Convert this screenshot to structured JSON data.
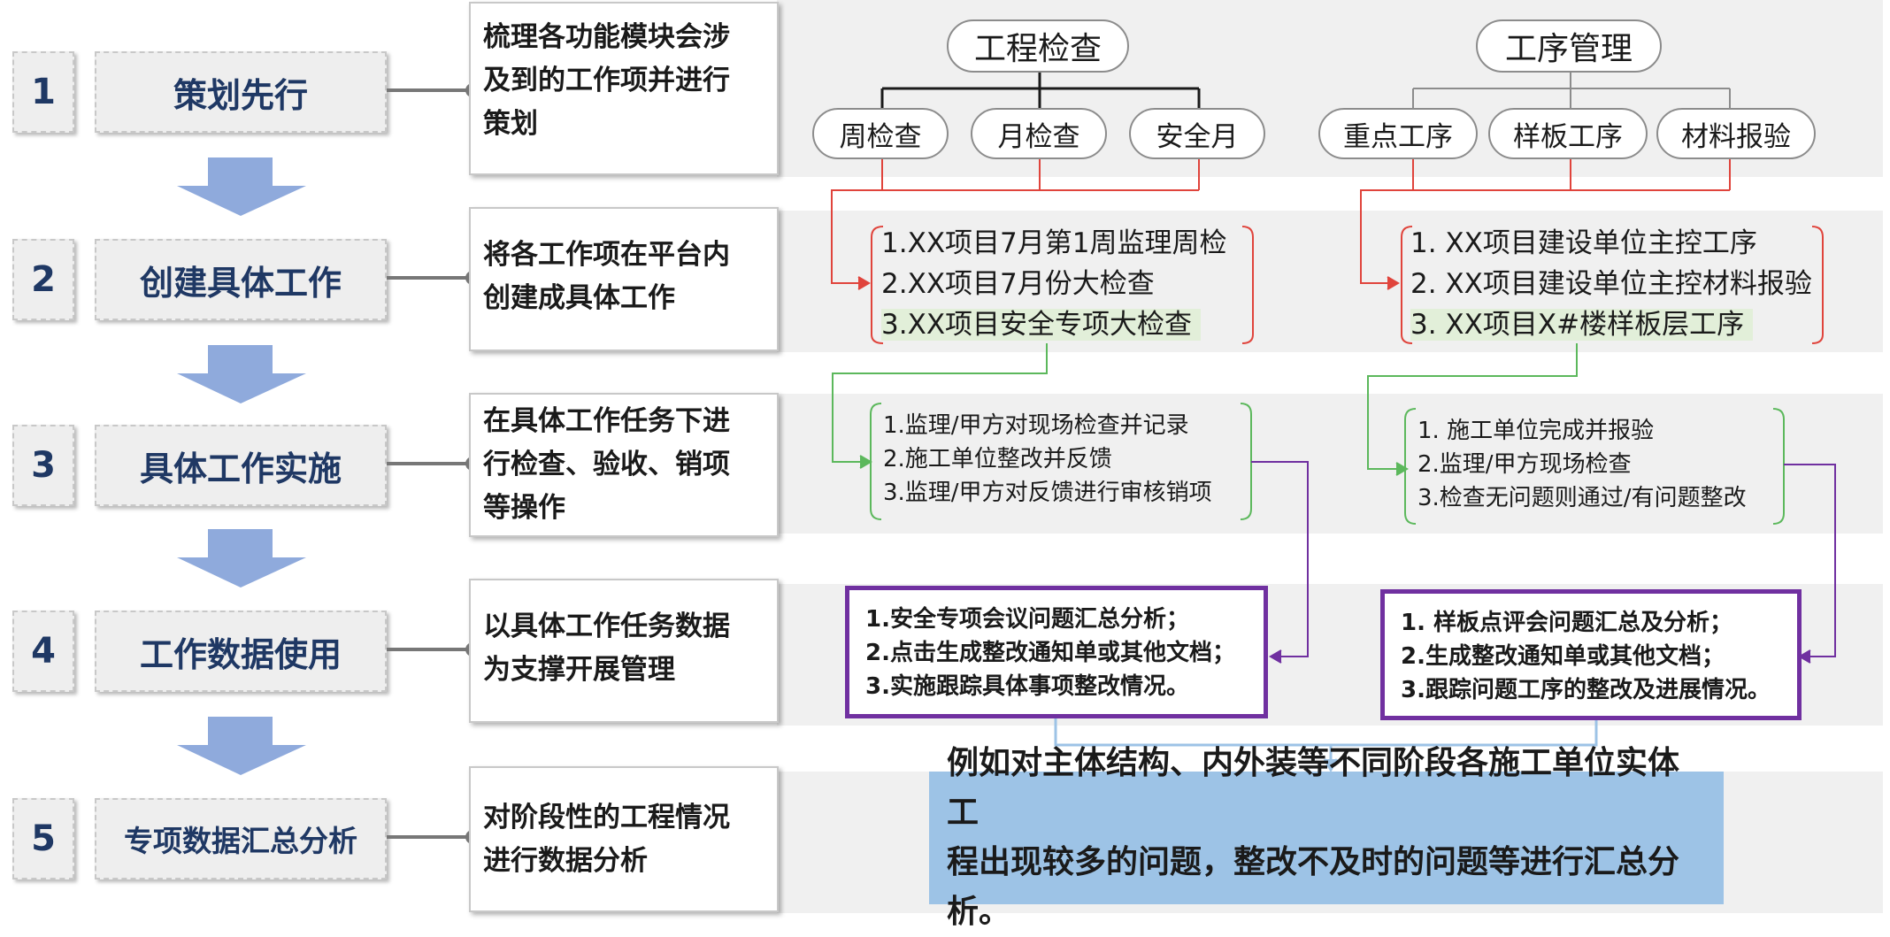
{
  "steps": [
    {
      "num": "1",
      "title": "策划先行",
      "desc": [
        "梳理各功能模块会涉",
        "及到的工作项并进行",
        "策划"
      ]
    },
    {
      "num": "2",
      "title": "创建具体工作",
      "desc": [
        "将各工作项在平台内",
        "创建成具体工作"
      ]
    },
    {
      "num": "3",
      "title": "具体工作实施",
      "desc": [
        "在具体工作任务下进",
        "行检查、验收、销项",
        "等操作"
      ]
    },
    {
      "num": "4",
      "title": "工作数据使用",
      "desc": [
        "以具体工作任务数据",
        "为支撑开展管理"
      ]
    },
    {
      "num": "5",
      "title": "专项数据汇总分析",
      "desc": [
        "对阶段性的工程情况",
        "进行数据分析"
      ]
    }
  ],
  "left_branch": {
    "root": "工程检查",
    "children": [
      "周检查",
      "月检查",
      "安全月"
    ],
    "tasks": [
      "1.XX项目7月第1周监理周检",
      "2.XX项目7月份大检查",
      "3.XX项目安全专项大检查"
    ],
    "actions": [
      "1.监理/甲方对现场检查并记录",
      "2.施工单位整改并反馈",
      "3.监理/甲方对反馈进行审核销项"
    ],
    "usage": [
      "1.安全专项会议问题汇总分析；",
      "2.点击生成整改通知单或其他文档；",
      "3.实施跟踪具体事项整改情况。"
    ]
  },
  "right_branch": {
    "root": "工序管理",
    "children": [
      "重点工序",
      "样板工序",
      "材料报验"
    ],
    "tasks": [
      "1. XX项目建设单位主控工序",
      "2. XX项目建设单位主控材料报验",
      "3. XX项目X#楼样板层工序"
    ],
    "actions": [
      "1.  施工单位完成并报验",
      "2.监理/甲方现场检查",
      "3.检查无问题则通过/有问题整改"
    ],
    "usage": [
      "1. 样板点评会问题汇总及分析；",
      "2.生成整改通知单或其他文档；",
      "3.跟踪问题工序的整改及进展情况。"
    ]
  },
  "summary": [
    "例如对主体结构、内外装等不同阶段各施工单位实体工",
    "程出现较多的问题，整改不及时的问题等进行汇总分析。"
  ],
  "colors": {
    "num_text": "#1f3864",
    "arrow": "#8faadc",
    "red_line": "#e0443c",
    "green_line": "#5cb85c",
    "purple_line": "#7030a0",
    "blue_line": "#9dc3e6",
    "summary_bg": "#9dc3e6"
  }
}
